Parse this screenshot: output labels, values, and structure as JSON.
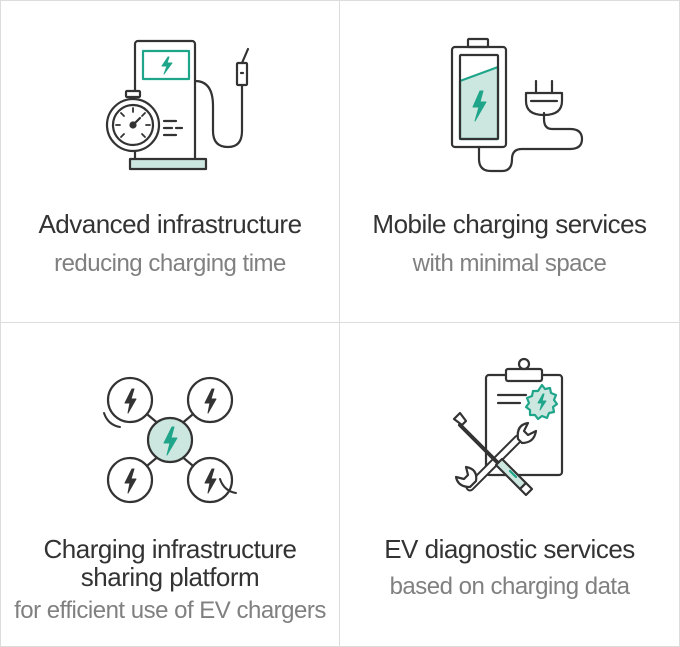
{
  "colors": {
    "stroke": "#333333",
    "accent": "#1fa58a",
    "accent_fill": "#cce7df",
    "border": "#dcdcdc",
    "title": "#333333",
    "subtitle": "#808080"
  },
  "cards": [
    {
      "icon": "fuel-pump-with-gauge-icon",
      "title": "Advanced infrastructure",
      "subtitle": "reducing charging time"
    },
    {
      "icon": "battery-with-plug-icon",
      "title": "Mobile charging services",
      "subtitle": "with minimal space"
    },
    {
      "icon": "charging-network-icon",
      "title_lines": [
        "Charging infrastructure",
        "sharing platform"
      ],
      "subtitle": "for efficient use of EV chargers"
    },
    {
      "icon": "clipboard-with-tools-icon",
      "title": "EV diagnostic services",
      "subtitle": "based on charging data"
    }
  ]
}
